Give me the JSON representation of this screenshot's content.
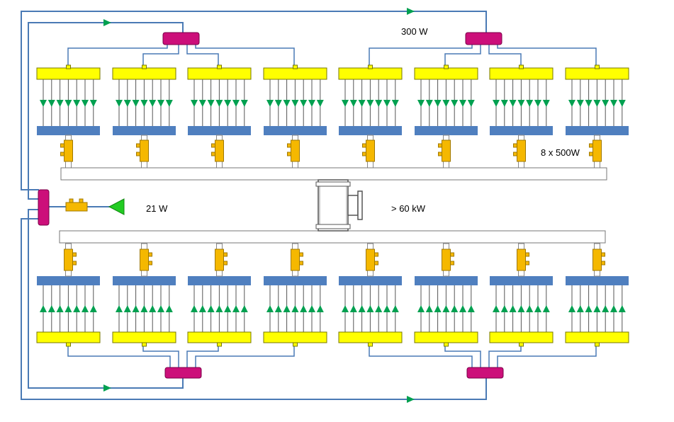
{
  "labels": {
    "power_top": "300 W",
    "amplifiers": "8 x 500W",
    "driver_power": "21 W",
    "output_power": "> 60 kW"
  },
  "colors": {
    "line": "#4a7ab5",
    "splitter": "#cc0f7a",
    "module": "#ffff00",
    "module_border": "#777700",
    "arrow": "#00a050",
    "bar": "#4f7fbf",
    "combiner_part": "#f5b800",
    "driver_triangle": "#22cc22"
  },
  "structure": {
    "units_per_row": 8,
    "rows": 2,
    "fingers_per_unit": 7
  }
}
